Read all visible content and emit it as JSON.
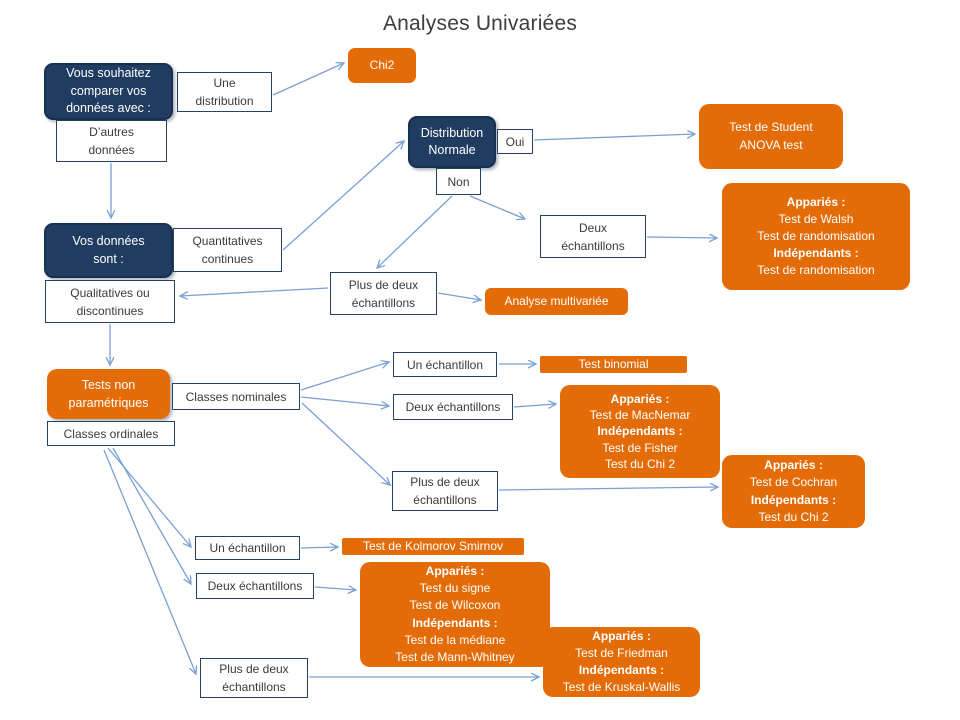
{
  "title": "Analyses Univariées",
  "colors": {
    "navy_fill": "#203c61",
    "navy_border": "#16304f",
    "orange": "#e36c09",
    "arrow_blue": "#7aa0d4",
    "white_box_border": "#24426b"
  },
  "nodes": {
    "vous_souhaitez": {
      "text": "Vous souhaitez\ncomparer vos\ndonnées avec :"
    },
    "une_distribution": {
      "text": "Une\ndistribution"
    },
    "chi2": {
      "lines": [
        {
          "text": "Chi2",
          "bold": false
        }
      ]
    },
    "dautres_donnees": {
      "text": "D’autres\ndonnées"
    },
    "distribution_normale": {
      "text": "Distribution\nNormale"
    },
    "oui": {
      "text": "Oui"
    },
    "non": {
      "text": "Non"
    },
    "student": {
      "lines": [
        {
          "text": "Test de Student",
          "bold": false
        },
        {
          "text": "ANOVA test",
          "bold": false
        }
      ]
    },
    "deux_echantillons_haut": {
      "text": "Deux\néchantillons"
    },
    "walsh": {
      "lines": [
        {
          "text": "Appariés :",
          "bold": true
        },
        {
          "text": "Test de Walsh",
          "bold": false
        },
        {
          "text": "Test de randomisation",
          "bold": false
        },
        {
          "text": "Indépendants :",
          "bold": true
        },
        {
          "text": "Test de randomisation",
          "bold": false
        }
      ]
    },
    "vos_donnees": {
      "text": "Vos données\nsont :"
    },
    "quantitatives_continues": {
      "text": "Quantitatives\ncontinues"
    },
    "plus_deux_haut": {
      "text": "Plus de deux\néchantillons"
    },
    "analyse_multivariee": {
      "lines": [
        {
          "text": "Analyse multivariée",
          "bold": false
        }
      ]
    },
    "qualitatives_discontinues": {
      "text": "Qualitatives ou\ndiscontinues"
    },
    "tests_non_parametriques": {
      "lines": [
        {
          "text": "Tests non",
          "bold": false
        },
        {
          "text": "paramétriques",
          "bold": false
        }
      ]
    },
    "classes_nominales": {
      "text": "Classes nominales"
    },
    "classes_ordinales": {
      "text": "Classes ordinales"
    },
    "un_echantillon_mid": {
      "text": "Un échantillon"
    },
    "test_binomial": {
      "lines": [
        {
          "text": "Test binomial",
          "bold": false
        }
      ]
    },
    "deux_echantillons_mid": {
      "text": "Deux  échantillons"
    },
    "macnemar": {
      "lines": [
        {
          "text": "Appariés :",
          "bold": true
        },
        {
          "text": "Test de MacNemar",
          "bold": false
        },
        {
          "text": "Indépendants :",
          "bold": true
        },
        {
          "text": "Test de Fisher",
          "bold": false
        },
        {
          "text": "Test du Chi 2",
          "bold": false
        }
      ]
    },
    "plus_deux_mid": {
      "text": "Plus de deux\néchantillons"
    },
    "cochran": {
      "lines": [
        {
          "text": "Appariés  :",
          "bold": true
        },
        {
          "text": "Test de Cochran",
          "bold": false
        },
        {
          "text": "Indépendants :",
          "bold": true
        },
        {
          "text": "Test du Chi 2",
          "bold": false
        }
      ]
    },
    "un_echantillon_bas": {
      "text": "Un échantillon"
    },
    "kolmorov": {
      "lines": [
        {
          "text": "Test de Kolmorov Smirnov",
          "bold": false
        }
      ]
    },
    "deux_echantillons_bas": {
      "text": "Deux  échantillons"
    },
    "signe": {
      "lines": [
        {
          "text": "Appariés :",
          "bold": true
        },
        {
          "text": "Test du signe",
          "bold": false
        },
        {
          "text": "Test de Wilcoxon",
          "bold": false
        },
        {
          "text": "Indépendants :",
          "bold": true
        },
        {
          "text": "Test de la médiane",
          "bold": false
        },
        {
          "text": "Test de Mann-Whitney",
          "bold": false
        }
      ]
    },
    "plus_deux_bas": {
      "text": "Plus de deux\néchantillons"
    },
    "friedman": {
      "lines": [
        {
          "text": "Appariés :",
          "bold": true
        },
        {
          "text": "Test de Friedman",
          "bold": false
        },
        {
          "text": "Indépendants :",
          "bold": true
        },
        {
          "text": "Test de Kruskal-Wallis",
          "bold": false
        }
      ]
    }
  }
}
